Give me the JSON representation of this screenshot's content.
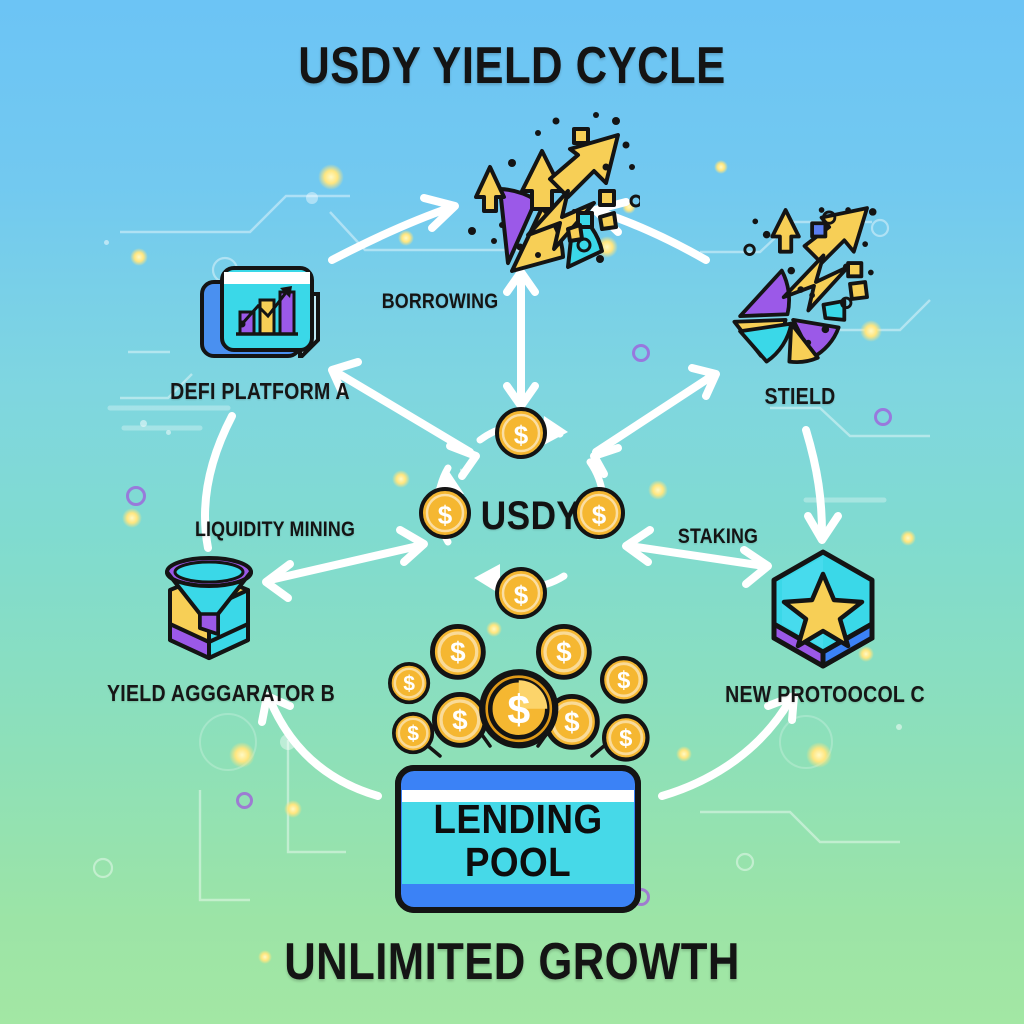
{
  "header": {
    "title": "USDY YIELD CYCLE"
  },
  "footer": {
    "caption": "UNLIMITED GROWTH"
  },
  "center": {
    "token_label": "USDY",
    "coin_symbol": "$",
    "coin_count": 4
  },
  "nodes": [
    {
      "id": "defi-platform-a",
      "label": "DEFI PLATFORM A",
      "icon": "analytics-card-icon",
      "position": "upper-left"
    },
    {
      "id": "yield-explosion-top",
      "label": "",
      "icon": "exploding-pie-chart-icon",
      "position": "top-center"
    },
    {
      "id": "yield-right",
      "label": "STIELD",
      "icon": "exploding-pie-chart-icon",
      "position": "upper-right"
    },
    {
      "id": "yield-aggregator-b",
      "label": "YIELD AGGGARATOR B",
      "icon": "funnel-hopper-icon",
      "position": "lower-left"
    },
    {
      "id": "new-protocol-c",
      "label": "NEW PROTOOCOL C",
      "icon": "hexagon-star-badge-icon",
      "position": "lower-right"
    },
    {
      "id": "lending-pool",
      "label": "LENDING POOL",
      "icon": "coin-overflow-box-icon",
      "position": "bottom-center"
    }
  ],
  "flows": [
    {
      "id": "borrowing",
      "label": "BORROWING"
    },
    {
      "id": "yield-right",
      "label": "STIELD"
    },
    {
      "id": "liquidity-mining",
      "label": "LIQUIDITY MINING"
    },
    {
      "id": "staking",
      "label": "STAKING"
    }
  ],
  "colors": {
    "background_top": "#6cc4f5",
    "background_mid": "#80dbd0",
    "background_bottom": "#a3e7a4",
    "coin_gold": "#f5b731",
    "coin_gold_dark": "#e09a18",
    "accent_cyan": "#46d9e8",
    "accent_blue": "#3b82f6",
    "accent_purple": "#9b59e8",
    "accent_yellow": "#f7cf56",
    "arrow_white": "#ffffff",
    "ink_black": "#141414"
  }
}
